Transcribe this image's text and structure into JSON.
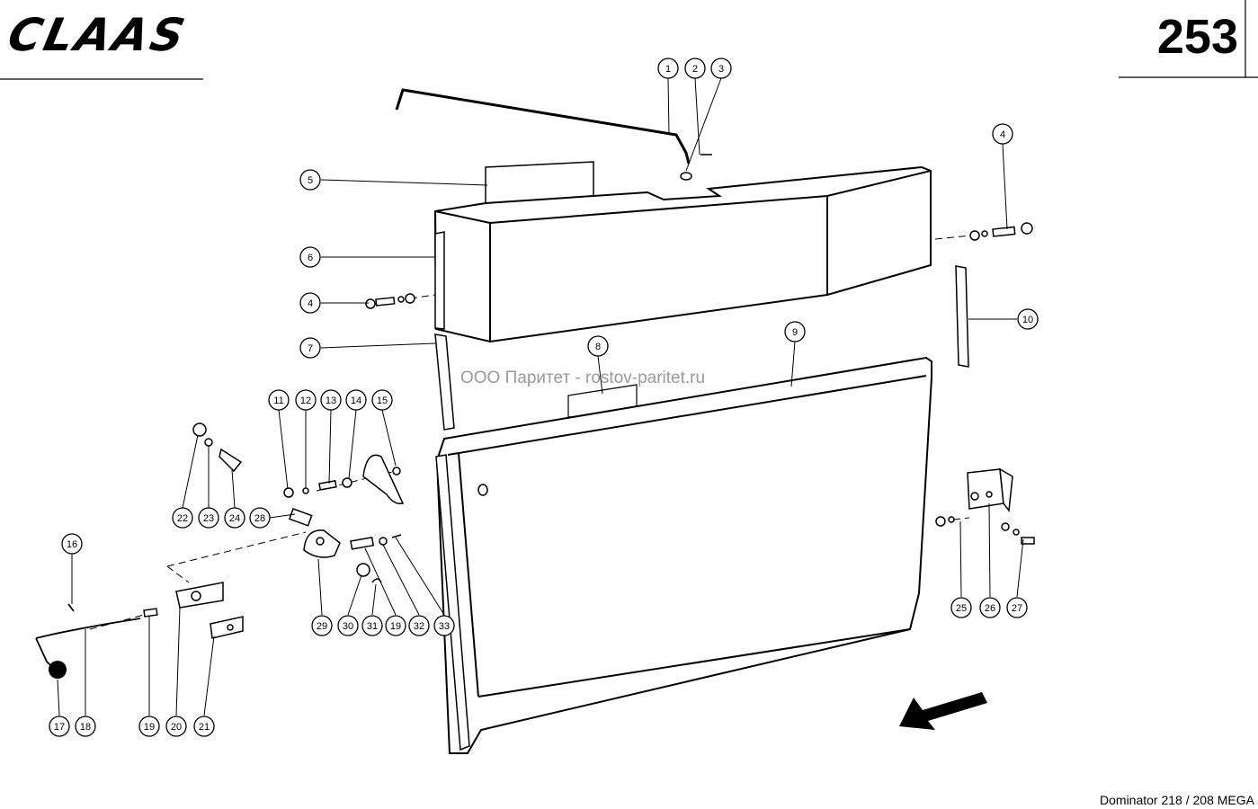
{
  "header": {
    "brand": "CLAAS",
    "page_number": "253"
  },
  "footer": {
    "model": "Dominator 218 / 208 MEGA"
  },
  "watermark": "ООО Паритет - rostov-paritet.ru",
  "callouts": [
    "1",
    "2",
    "3",
    "4",
    "5",
    "6",
    "4",
    "7",
    "8",
    "9",
    "10",
    "11",
    "12",
    "13",
    "14",
    "15",
    "16",
    "17",
    "18",
    "19",
    "20",
    "21",
    "22",
    "23",
    "24",
    "28",
    "29",
    "30",
    "31",
    "19",
    "32",
    "33",
    "25",
    "26",
    "27"
  ],
  "colors": {
    "ink": "#000000",
    "paper": "#ffffff",
    "watermark": "#9a9a9a"
  }
}
